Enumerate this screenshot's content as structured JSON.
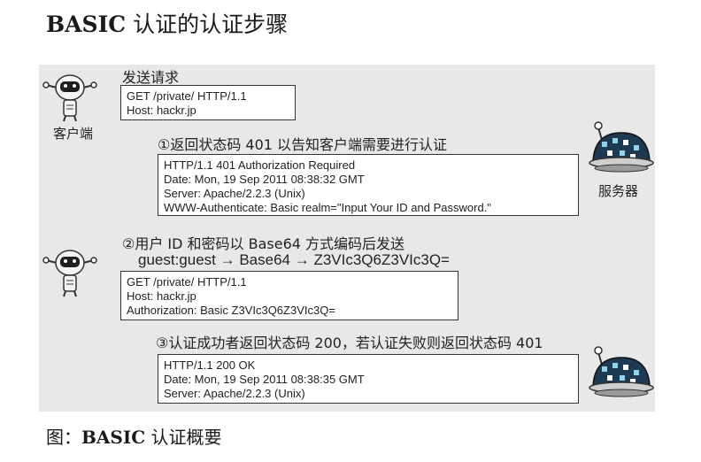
{
  "title": {
    "bold": "BASIC",
    "rest": " 认证的认证步骤"
  },
  "labels": {
    "client": "客户端",
    "server": "服务器"
  },
  "request1": {
    "heading": "发送请求",
    "lines": [
      "GET /private/ HTTP/1.1",
      "Host: hackr.jp"
    ]
  },
  "step1": {
    "heading": "①返回状态码 401 以告知客户端需要进行认证",
    "lines": [
      "HTTP/1.1 401 Authorization Required",
      "Date: Mon, 19 Sep 2011 08:38:32 GMT",
      "Server: Apache/2.2.3 (Unix)",
      "WWW-Authenticate: Basic realm=\"Input Your ID and Password.\""
    ]
  },
  "step2": {
    "heading": "②用户 ID 和密码以 Base64 方式编码后发送",
    "encoding": "guest:guest → Base64 → Z3VIc3Q6Z3VIc3Q=",
    "lines": [
      "GET /private/ HTTP/1.1",
      "Host: hackr.jp",
      "Authorization: Basic Z3VIc3Q6Z3VIc3Q="
    ]
  },
  "step3": {
    "heading": "③认证成功者返回状态码 200，若认证失败则返回状态码 401",
    "lines": [
      "HTTP/1.1 200 OK",
      "Date: Mon, 19 Sep 2011 08:38:35 GMT",
      "Server: Apache/2.2.3 (Unix)"
    ]
  },
  "caption": {
    "prefix": "图：",
    "bold": "BASIC",
    "rest": " 认证概要"
  },
  "colors": {
    "stage": "#e8e8e8",
    "robot_body": "#f4f4f4",
    "robot_face": "#1f1f1f",
    "server_shell": "#1e3a52",
    "server_window": "#8fd3e8"
  },
  "icons": [
    "client-robot-icon",
    "server-dome-icon"
  ]
}
